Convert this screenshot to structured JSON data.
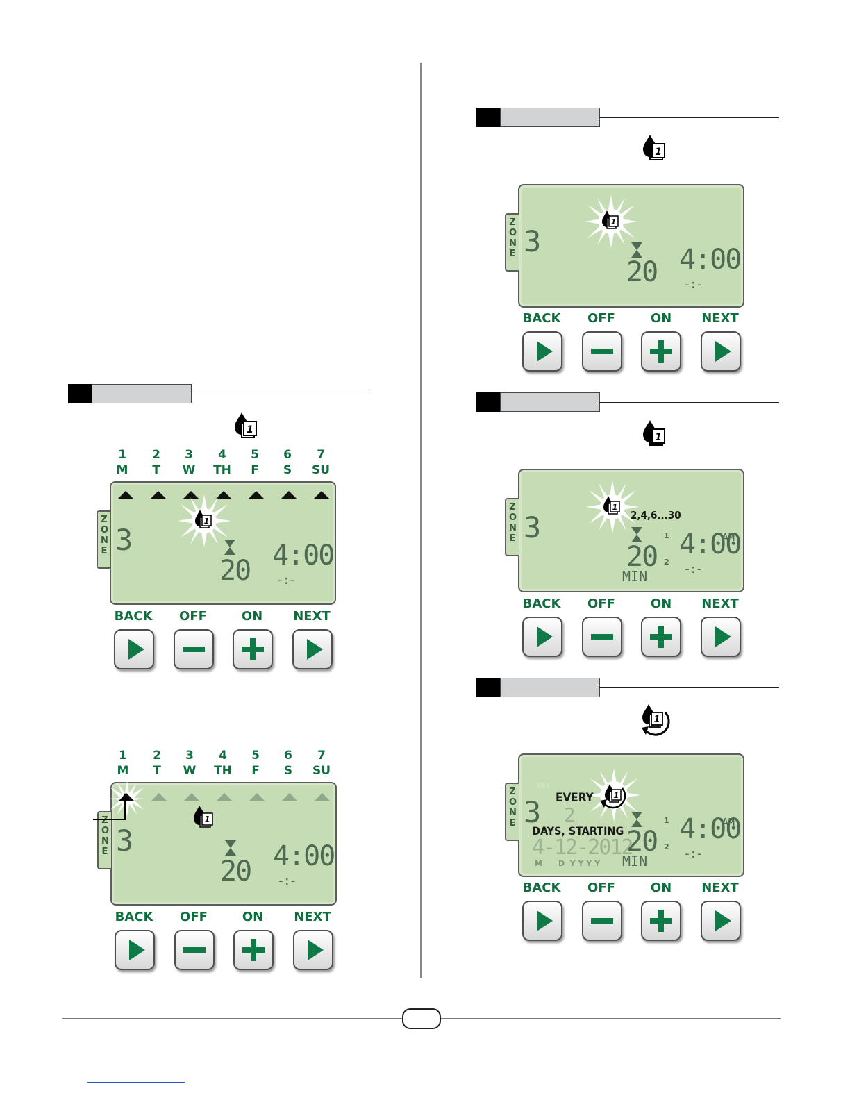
{
  "days": [
    {
      "num": "1",
      "abbr": "M"
    },
    {
      "num": "2",
      "abbr": "T"
    },
    {
      "num": "3",
      "abbr": "W"
    },
    {
      "num": "4",
      "abbr": "TH"
    },
    {
      "num": "5",
      "abbr": "F"
    },
    {
      "num": "6",
      "abbr": "S"
    },
    {
      "num": "7",
      "abbr": "SU"
    }
  ],
  "buttons": {
    "back": "BACK",
    "off": "OFF",
    "on": "ON",
    "next": "NEXT"
  },
  "zone_letters": "ZONE",
  "lcd": {
    "zone": "3",
    "duration": "20",
    "time": "4:00",
    "blank_time": "-:-",
    "min": "MIN",
    "am": "AM",
    "odd_even": "2,4,6...30",
    "every": "EVERY",
    "interval": "2",
    "days_starting": "DAYS, STARTING",
    "start_date": "4-12-2012",
    "date_legend": "M      D  Y Y Y Y",
    "off": "OFF",
    "prog_1": "1",
    "prog_2": "2"
  },
  "icons": [
    "water-drop-calendar-icon",
    "hourglass-icon",
    "cycle-icon",
    "play-icon",
    "minus-icon",
    "plus-icon"
  ],
  "colors": {
    "accent": "#0f6d3e",
    "lcd": "#c6dcb5"
  }
}
